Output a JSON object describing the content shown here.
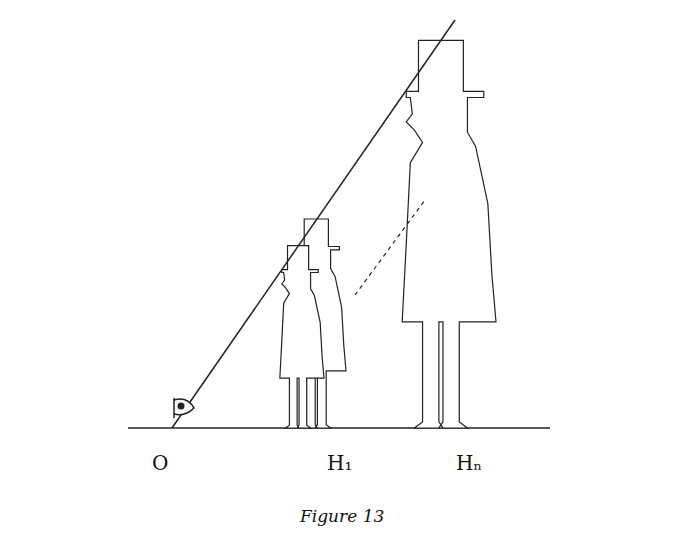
{
  "diagram": {
    "caption": "Figure 13",
    "labels": [
      "O",
      "H₁",
      "Hₙ"
    ]
  }
}
